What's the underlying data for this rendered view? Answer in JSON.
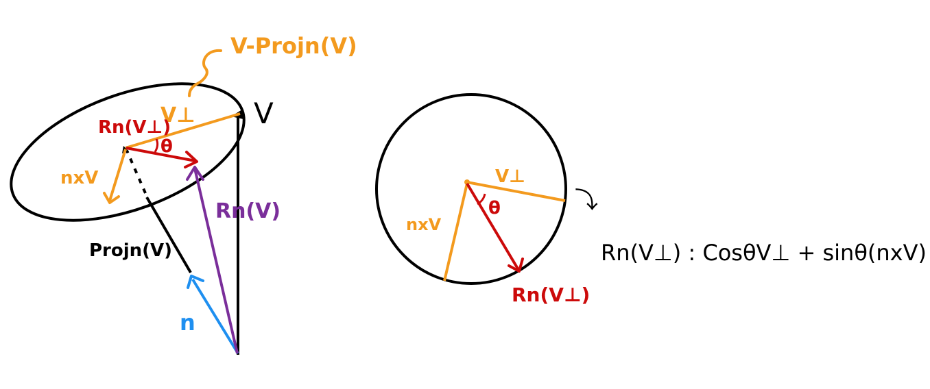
{
  "colors": {
    "black": "#000000",
    "orange": "#F39A1E",
    "red": "#CC0A0A",
    "purple": "#7A2E9A",
    "blue": "#1E8FF0"
  },
  "left_figure": {
    "label_v_minus_proj": "V-Projn(V)",
    "label_v": "V",
    "label_v_perp": "V⊥",
    "label_rn_v_perp": "Rn(V⊥)",
    "label_theta": "θ",
    "label_n_cross_v": "nxV",
    "label_rn_v": "Rn(V)",
    "label_proj": "Projn(V)",
    "label_n": "n"
  },
  "right_figure": {
    "label_v_perp": "V⊥",
    "label_theta": "θ",
    "label_n_cross_v": "nxV",
    "label_rn_v_perp": "Rn(V⊥)",
    "label_arrow": "⤵",
    "formula": "Rn(V⊥) : CosθV⊥ + sinθ(nxV)"
  }
}
